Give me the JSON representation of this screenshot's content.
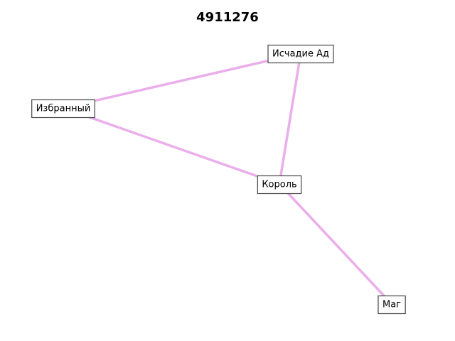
{
  "title": "4911276",
  "edge_color": "#eaaeea",
  "nodes": [
    {
      "id": "ischadie",
      "label": "Исчадие Ад"
    },
    {
      "id": "izbranny",
      "label": "Избранный"
    },
    {
      "id": "korol",
      "label": "Король"
    },
    {
      "id": "mag",
      "label": "Маг"
    }
  ],
  "edges": [
    {
      "from": "izbranny",
      "to": "ischadie"
    },
    {
      "from": "izbranny",
      "to": "korol"
    },
    {
      "from": "ischadie",
      "to": "korol"
    },
    {
      "from": "korol",
      "to": "mag"
    }
  ]
}
